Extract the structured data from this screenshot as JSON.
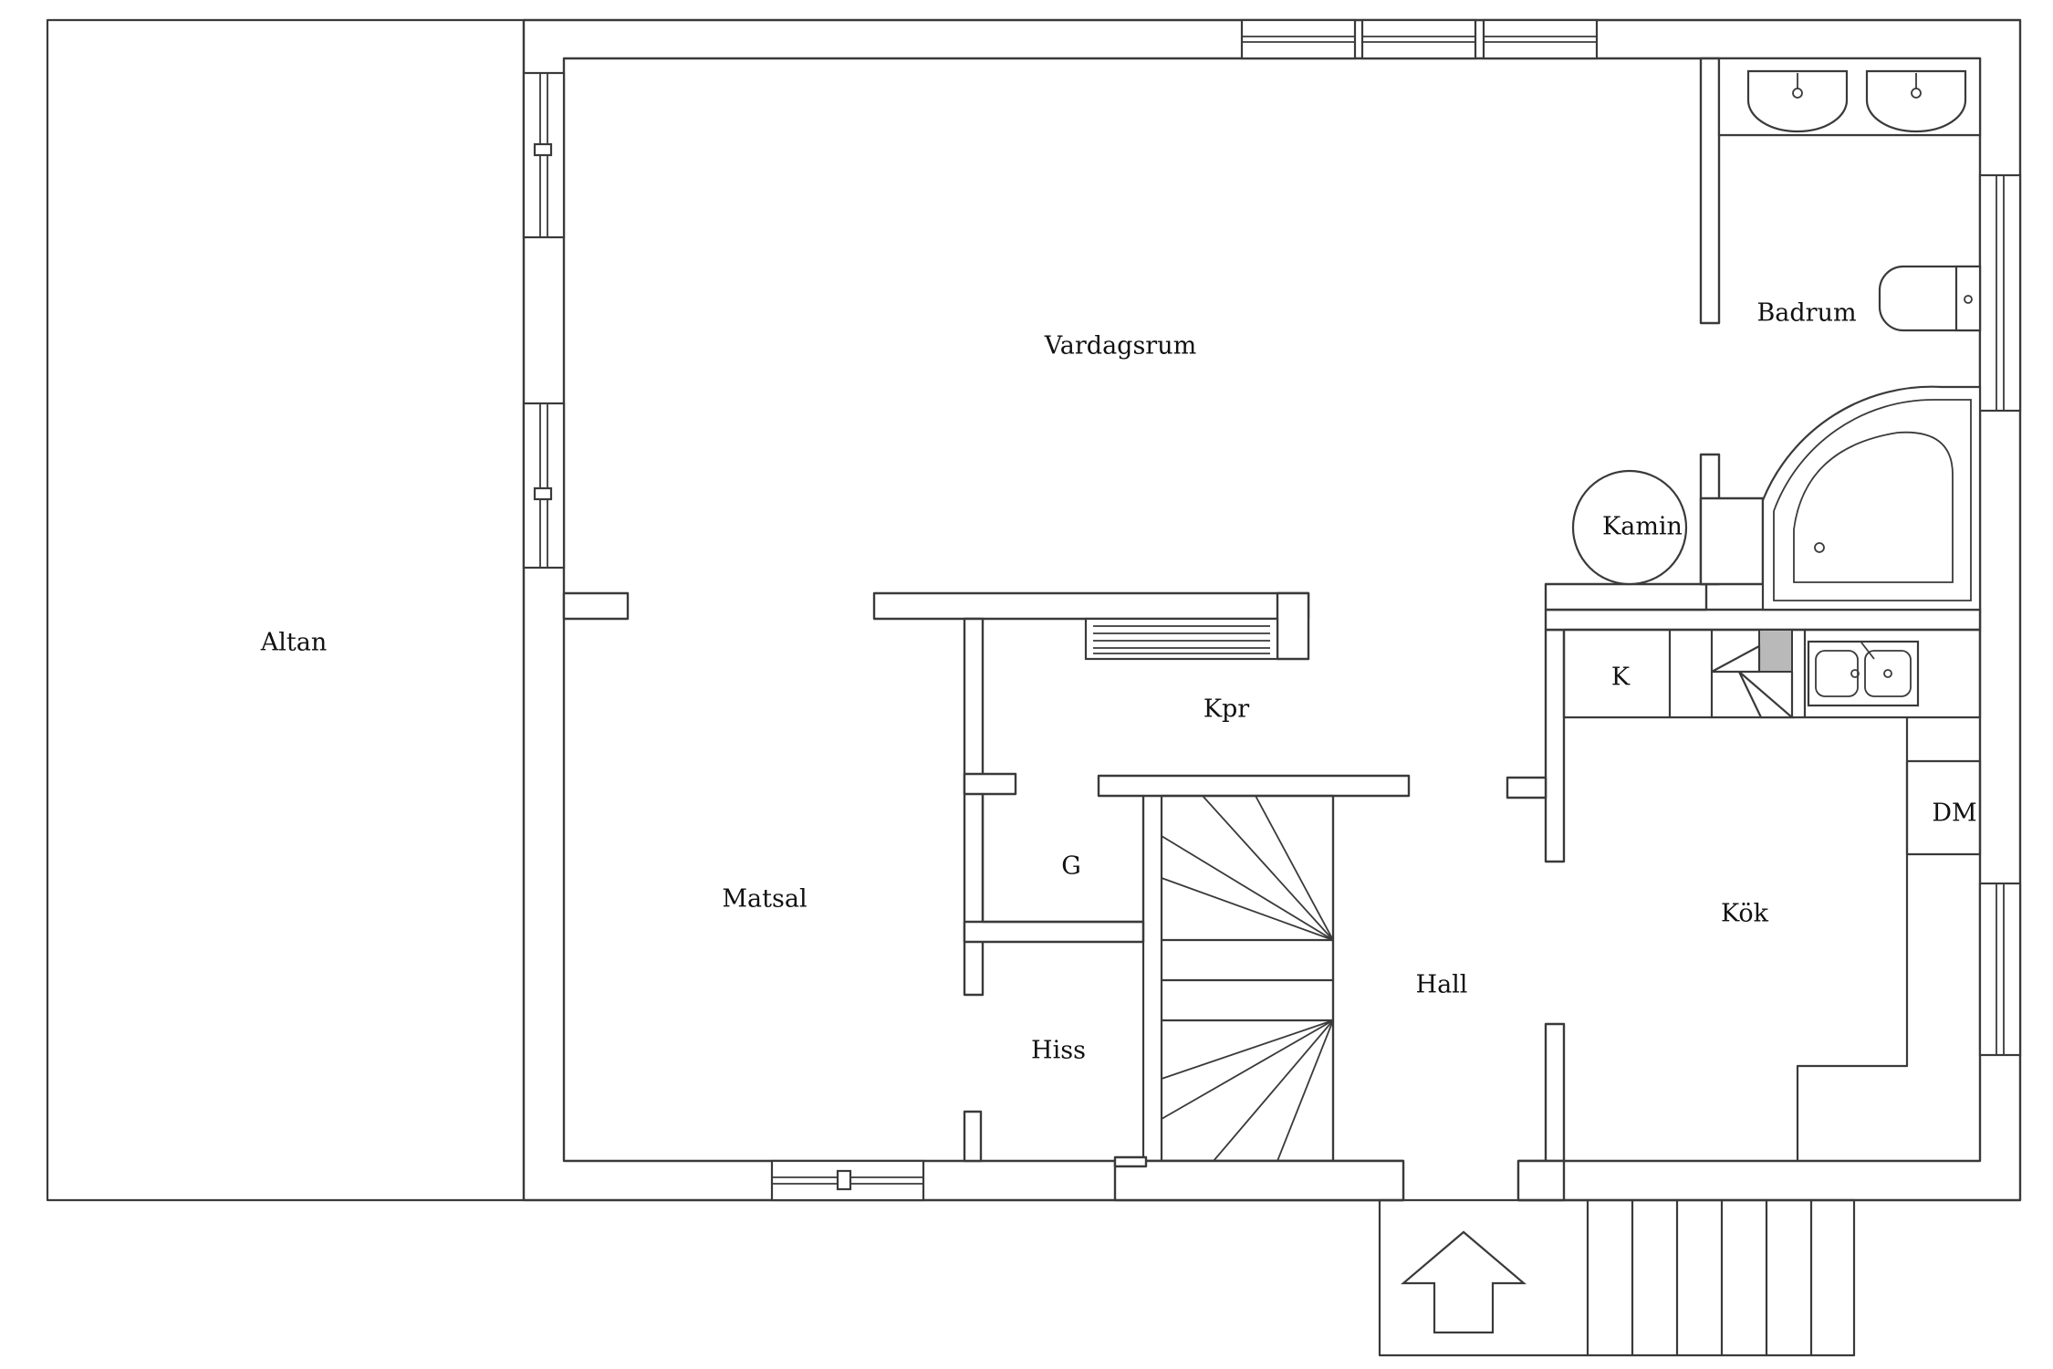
{
  "rooms": {
    "altan": "Altan",
    "vardagsrum": "Vardagsrum",
    "badrum": "Badrum",
    "kamin": "Kamin",
    "k": "K",
    "kpr": "Kpr",
    "dm": "DM",
    "g": "G",
    "matsal": "Matsal",
    "kok": "Kök",
    "hall": "Hall",
    "hiss": "Hiss"
  }
}
